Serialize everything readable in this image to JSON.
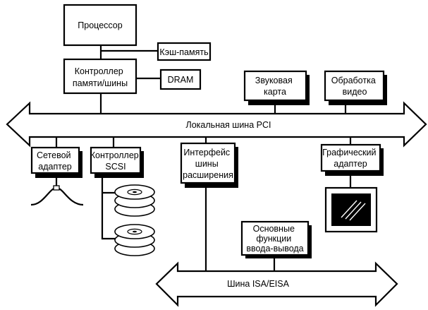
{
  "blocks": {
    "processor": [
      "Процессор"
    ],
    "cache": [
      "Кэш-память"
    ],
    "memory_controller": [
      "Контроллер",
      "памяти/шины"
    ],
    "dram": [
      "DRAM"
    ],
    "sound_card": [
      "Звуковая",
      "карта"
    ],
    "video_processing": [
      "Обработка",
      "видео"
    ],
    "network_adapter": [
      "Сетевой",
      "адаптер"
    ],
    "scsi_controller": [
      "Контроллер",
      "SCSI"
    ],
    "expansion_bus_interface": [
      "Интерфейс",
      "шины",
      "расширения"
    ],
    "graphics_adapter": [
      "Графический",
      "адаптер"
    ],
    "basic_io": [
      "Основные",
      "функции",
      "ввода-вывода"
    ]
  },
  "buses": {
    "pci": "Локальная шина PCI",
    "isa": "Шина ISA/EISA"
  }
}
